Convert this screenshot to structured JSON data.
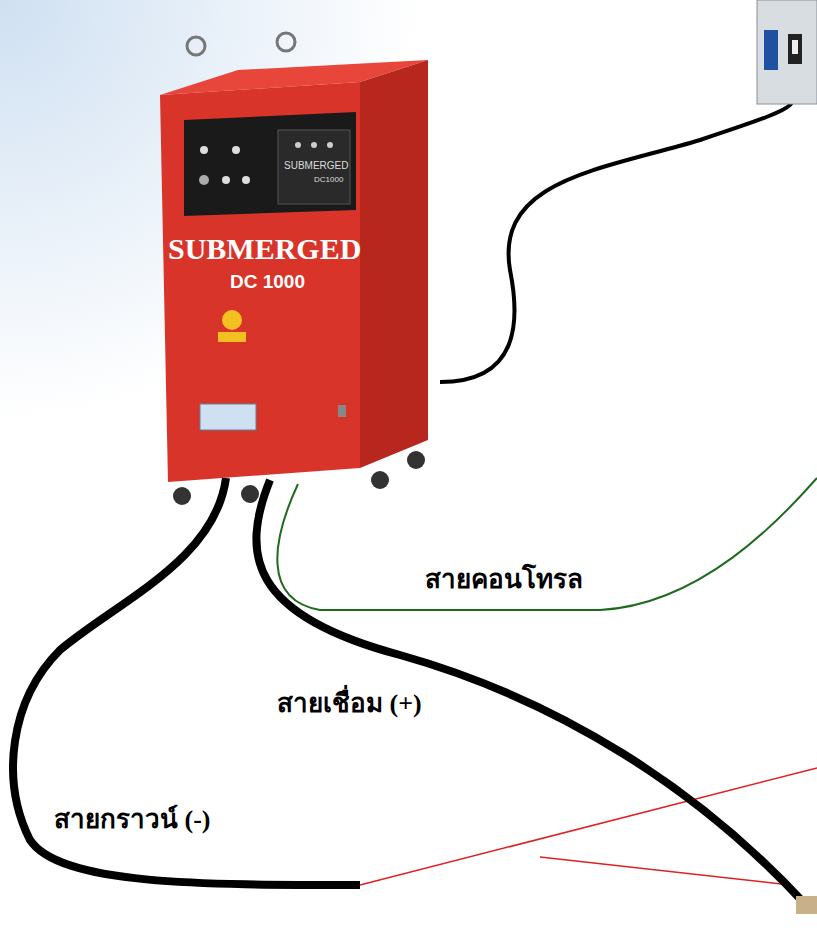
{
  "diagram": {
    "labels": [
      "SUBMERGED",
      "DC 1000",
      "SUBMERGED",
      "DC1000",
      "สายคอนโทรล",
      "สายเชื่อม (+)",
      "สายกราวน์ (-)"
    ]
  }
}
